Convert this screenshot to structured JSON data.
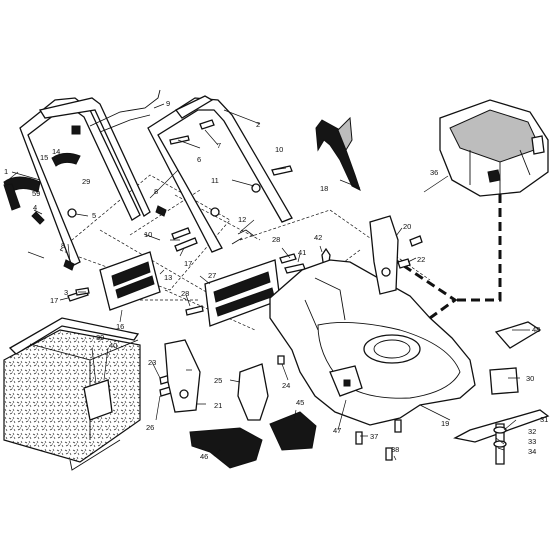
{
  "diagram": {
    "part_numbers": [
      {
        "id": "1",
        "text": "1"
      },
      {
        "id": "2",
        "text": "2"
      },
      {
        "id": "3",
        "text": "3"
      },
      {
        "id": "4",
        "text": "4"
      },
      {
        "id": "5",
        "text": "5"
      },
      {
        "id": "6",
        "text": "6"
      },
      {
        "id": "7",
        "text": "7"
      },
      {
        "id": "8a",
        "text": "8"
      },
      {
        "id": "8b",
        "text": "8"
      },
      {
        "id": "9",
        "text": "9"
      },
      {
        "id": "10a",
        "text": "10"
      },
      {
        "id": "10b",
        "text": "10"
      },
      {
        "id": "11",
        "text": "11"
      },
      {
        "id": "12",
        "text": "12"
      },
      {
        "id": "13",
        "text": "13"
      },
      {
        "id": "14",
        "text": "14"
      },
      {
        "id": "15",
        "text": "15"
      },
      {
        "id": "16",
        "text": "16"
      },
      {
        "id": "17a",
        "text": "17"
      },
      {
        "id": "17b",
        "text": "17"
      },
      {
        "id": "18",
        "text": "18"
      },
      {
        "id": "19",
        "text": "19"
      },
      {
        "id": "20",
        "text": "20"
      },
      {
        "id": "21",
        "text": "21"
      },
      {
        "id": "22",
        "text": "22"
      },
      {
        "id": "23",
        "text": "23"
      },
      {
        "id": "24",
        "text": "24"
      },
      {
        "id": "25",
        "text": "25"
      },
      {
        "id": "26",
        "text": "26"
      },
      {
        "id": "27",
        "text": "27"
      },
      {
        "id": "28a",
        "text": "28"
      },
      {
        "id": "28b",
        "text": "28"
      },
      {
        "id": "29",
        "text": "29"
      },
      {
        "id": "30",
        "text": "30"
      },
      {
        "id": "31",
        "text": "31"
      },
      {
        "id": "32",
        "text": "32"
      },
      {
        "id": "33",
        "text": "33"
      },
      {
        "id": "34",
        "text": "34"
      },
      {
        "id": "36",
        "text": "36"
      },
      {
        "id": "37",
        "text": "37"
      },
      {
        "id": "38",
        "text": "38"
      },
      {
        "id": "39",
        "text": "39"
      },
      {
        "id": "40",
        "text": "40"
      },
      {
        "id": "41",
        "text": "41"
      },
      {
        "id": "42",
        "text": "42"
      },
      {
        "id": "45",
        "text": "45"
      },
      {
        "id": "46",
        "text": "46"
      },
      {
        "id": "47",
        "text": "47"
      },
      {
        "id": "48",
        "text": "48"
      },
      {
        "id": "59",
        "text": "59"
      }
    ]
  }
}
